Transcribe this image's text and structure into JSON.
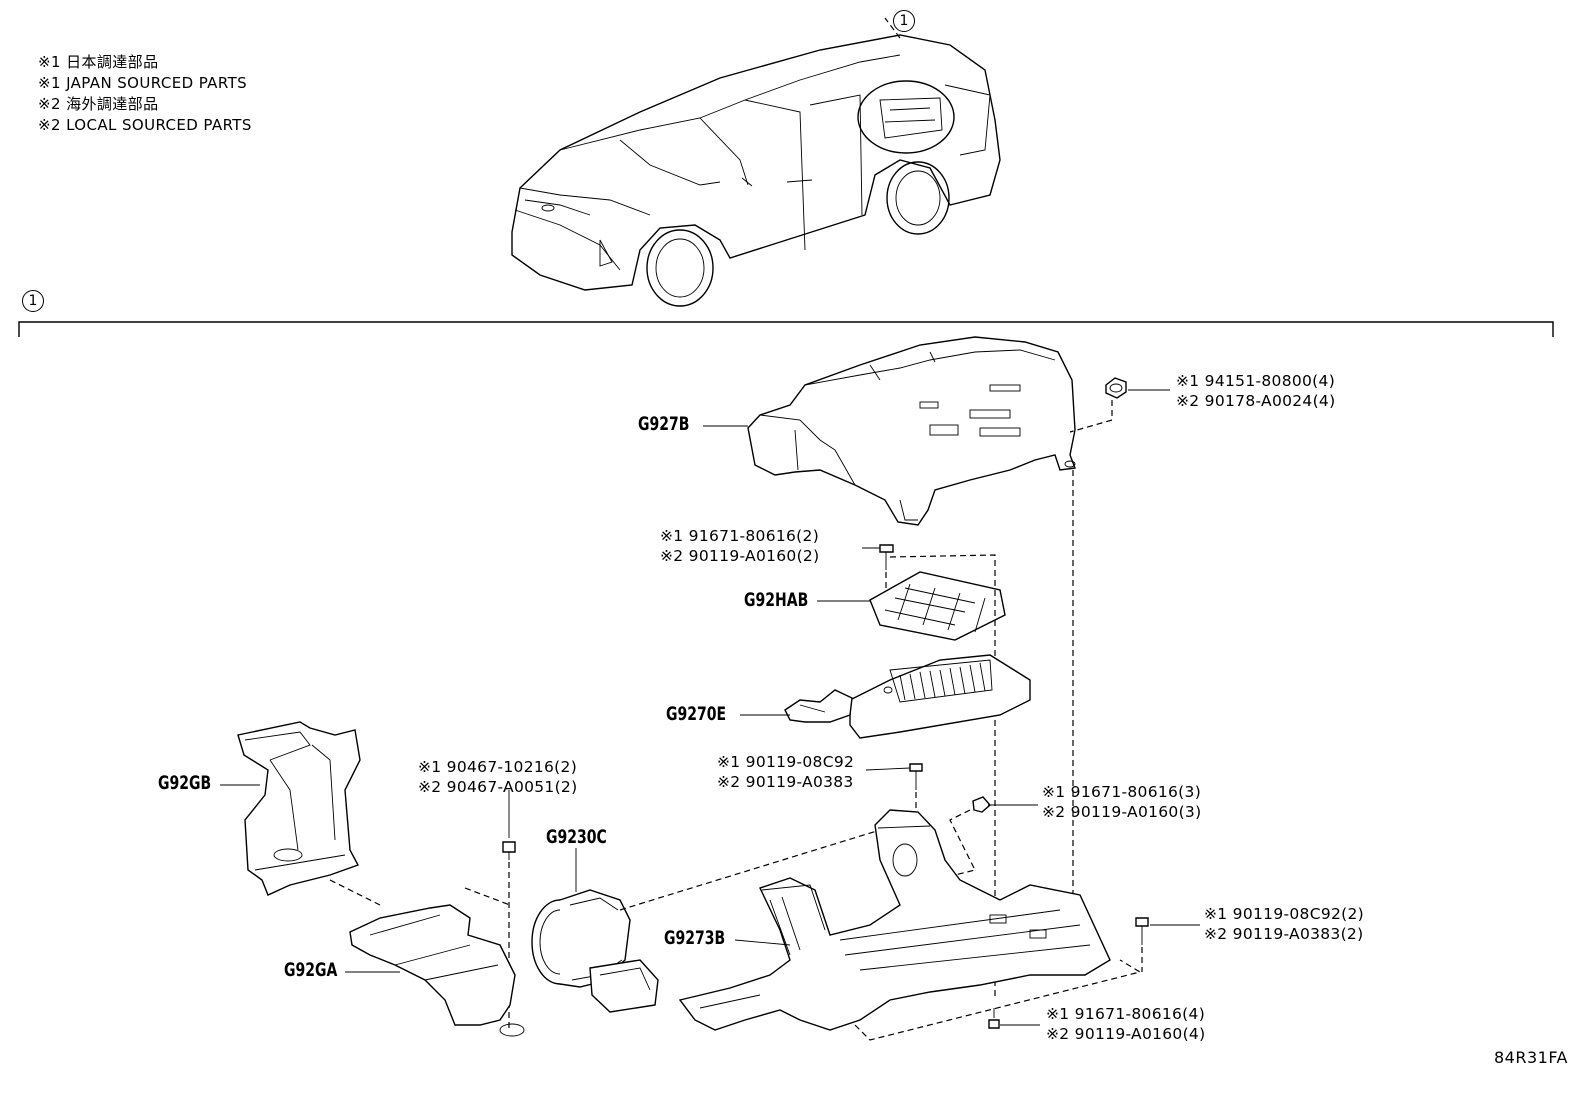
{
  "legend": [
    "※1 日本調達部品",
    "※1 JAPAN SOURCED PARTS",
    "※2 海外調達部品",
    "※2 LOCAL SOURCED PARTS"
  ],
  "callout_number": "1",
  "section_number": "1",
  "part_labels": {
    "g927b": "G927B",
    "g92hab": "G92HAB",
    "g9270e": "G9270E",
    "g92gb": "G92GB",
    "g9230c": "G9230C",
    "g92ga": "G92GA",
    "g9273b": "G9273B"
  },
  "part_numbers": {
    "nut_top": [
      "※1 94151-80800(4)",
      "※2 90178-A0024(4)"
    ],
    "bolt_upper": [
      "※1 91671-80616(2)",
      "※2 90119-A0160(2)"
    ],
    "bolt_mid": [
      "※1 90119-08C92",
      "※2 90119-A0383"
    ],
    "clip_left": [
      "※1 90467-10216(2)",
      "※2 90467-A0051(2)"
    ],
    "bolt_right_mid": [
      "※1 91671-80616(3)",
      "※2 90119-A0160(3)"
    ],
    "bolt_right_low": [
      "※1 90119-08C92(2)",
      "※2 90119-A0383(2)"
    ],
    "bolt_bottom": [
      "※1 91671-80616(4)",
      "※2 90119-A0160(4)"
    ]
  },
  "diagram_code": "84R31FA"
}
